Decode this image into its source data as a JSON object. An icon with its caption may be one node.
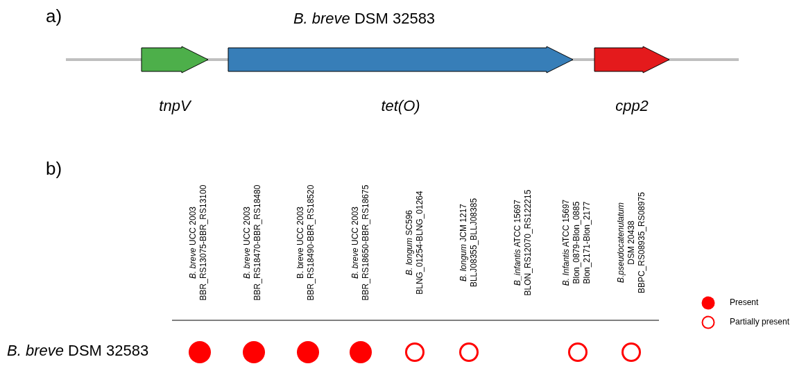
{
  "diagram": {
    "nodes": [
      {
        "text": [
          "*tnpV*"
        ]
      },
      {
        "text": [
          "*tet(O)*"
        ]
      },
      {
        "text": [
          "*cpp2*"
        ]
      },
      {
        "text": [],
        "shape": "circle"
      },
      {
        "text": [],
        "shape": "circle"
      },
      {
        "text": [],
        "shape": "circle"
      },
      {
        "text": [],
        "shape": "circle"
      },
      {
        "text": [],
        "shape": "ring"
      },
      {
        "text": [],
        "shape": "ring"
      },
      {
        "text": [],
        "shape": "ring"
      },
      {
        "text": [],
        "shape": "ring"
      }
    ],
    "edges": [],
    "labels": [
      "a)",
      "*B. breve* DSM 32583",
      "b)",
      "*B. breve* UCC 2003",
      "BBR_RS13075-BBR_RS13100",
      "*B. breve* UCC 2003",
      "BBR_RS18470-BBR_RS18480",
      "B. breve UCC 2003",
      "BBR_RS18490-BBR_RS18520",
      "*B. breve* UCC 2003",
      "BBR_RS18650-BBR_RS18675",
      "*B. longum* SC596",
      "BLNG_01254-BLNG_01264",
      "*B. longum* JCM 1217",
      "BLLJ08355_BLLJ08385",
      "*B_infantis* ATCC 15697",
      "BLON_RS12070_RS122215",
      "*B. Infantis* ATCC 15697",
      "Blon_0879-Blon_0885",
      "Blon_2171-Blon_2177",
      "*B.pseudocatenulatum*",
      "DSM 20438",
      "BBPC_RS08935_RS08975",
      "*B. breve* DSM 32583"
    ],
    "legend": [
      {
        "text": "Present"
      },
      {
        "text": "Partially present"
      }
    ]
  }
}
